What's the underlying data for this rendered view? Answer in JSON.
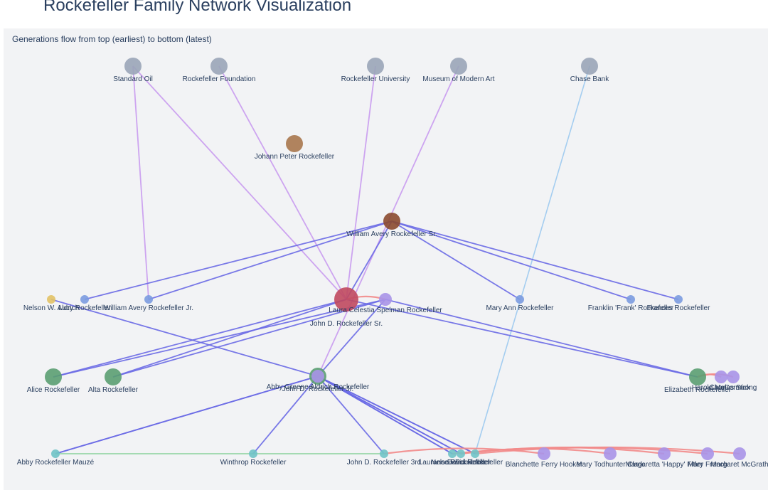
{
  "title": "Rockefeller Family Network Visualization",
  "subtitle": "Generations flow from top (earliest) to bottom (latest)",
  "colors": {
    "institution": "#9aa5b8",
    "ancestor": "#a8774e",
    "founder": "#8b4a2f",
    "patriarch": "#c0495f",
    "gen2": "#7b9be0",
    "gen2_purple": "#a993e8",
    "gen3": "#5b9e72",
    "gen4": "#6fc3c7",
    "gen4_purple": "#a993e8",
    "small_yellow": "#e2c266",
    "edge_institution": "#c99bf0",
    "edge_family": "#6a6ae6",
    "edge_spouse": "#f28b8b",
    "edge_sibling": "#8fd3a1",
    "edge_bank": "#9bc9ef"
  },
  "chart_data": {
    "type": "network",
    "title": "Rockefeller Family Network Visualization",
    "subtitle": "Generations flow from top (earliest) to bottom (latest)",
    "nodes": [
      {
        "id": "standard-oil",
        "label": "Standard Oil",
        "group": "institution",
        "size": "large"
      },
      {
        "id": "rockefeller-foundation",
        "label": "Rockefeller Foundation",
        "group": "institution",
        "size": "large"
      },
      {
        "id": "rockefeller-university",
        "label": "Rockefeller University",
        "group": "institution",
        "size": "large"
      },
      {
        "id": "museum-of-modern-art",
        "label": "Museum of Modern Art",
        "group": "institution",
        "size": "large"
      },
      {
        "id": "chase-bank",
        "label": "Chase Bank",
        "group": "institution",
        "size": "large"
      },
      {
        "id": "johann-peter-rockefeller",
        "label": "Johann Peter Rockefeller",
        "group": "ancestor",
        "size": "large"
      },
      {
        "id": "william-avery-rockefeller-sr",
        "label": "William Avery Rockefeller Sr.",
        "group": "founder",
        "size": "large"
      },
      {
        "id": "john-d-rockefeller-sr",
        "label": "John D. Rockefeller Sr.",
        "group": "patriarch",
        "size": "xlarge"
      },
      {
        "id": "laura-celestia-spelman-rockefeller",
        "label": "Laura Celestia Spelman Rockefeller",
        "group": "gen2_purple",
        "size": "medium"
      },
      {
        "id": "nelson-w-aldrich",
        "label": "Nelson W. Aldrich",
        "group": "small_yellow",
        "size": "small"
      },
      {
        "id": "lucy-rockefeller",
        "label": "Lucy Rockefeller",
        "group": "gen2",
        "size": "small"
      },
      {
        "id": "william-avery-rockefeller-jr",
        "label": "William Avery Rockefeller Jr.",
        "group": "gen2",
        "size": "small"
      },
      {
        "id": "mary-ann-rockefeller",
        "label": "Mary Ann Rockefeller",
        "group": "gen2",
        "size": "small"
      },
      {
        "id": "franklin-frank-rockefeller",
        "label": "Franklin 'Frank' Rockefeller",
        "group": "gen2",
        "size": "small"
      },
      {
        "id": "frances-rockefeller",
        "label": "Frances Rockefeller",
        "group": "gen2",
        "size": "small"
      },
      {
        "id": "alice-rockefeller",
        "label": "Alice Rockefeller",
        "group": "gen3",
        "size": "large"
      },
      {
        "id": "alta-rockefeller",
        "label": "Alta Rockefeller",
        "group": "gen3",
        "size": "large"
      },
      {
        "id": "john-d-rockefeller-jr",
        "label": "John D. Rockefeller Jr.",
        "group": "gen3",
        "size": "large"
      },
      {
        "id": "abby-greene-aldrich-rockefeller",
        "label": "Abby Greene Aldrich Rockefeller",
        "group": "gen4_purple",
        "size": "medium"
      },
      {
        "id": "elizabeth-rockefeller",
        "label": "Elizabeth Rockefeller",
        "group": "gen3",
        "size": "large"
      },
      {
        "id": "harold-mccormick",
        "label": "Harold McCormick",
        "group": "gen4_purple",
        "size": "medium"
      },
      {
        "id": "charles-strong",
        "label": "Charles Strong",
        "group": "gen4_purple",
        "size": "medium"
      },
      {
        "id": "abby-rockefeller-mauze",
        "label": "Abby Rockefeller Mauzé",
        "group": "gen4",
        "size": "small"
      },
      {
        "id": "winthrop-rockefeller",
        "label": "Winthrop Rockefeller",
        "group": "gen4",
        "size": "small"
      },
      {
        "id": "john-d-rockefeller-3rd",
        "label": "John D. Rockefeller 3rd",
        "group": "gen4",
        "size": "small"
      },
      {
        "id": "laurance-rockefeller",
        "label": "Laurance Rockefeller",
        "group": "gen4",
        "size": "small"
      },
      {
        "id": "nelson-rockefeller",
        "label": "Nelson Rockefeller",
        "group": "gen4",
        "size": "small"
      },
      {
        "id": "david-rockefeller",
        "label": "David Rockefeller",
        "group": "gen4",
        "size": "small"
      },
      {
        "id": "blanchette-ferry-hooker",
        "label": "Blanchette Ferry Hooker",
        "group": "gen4_purple",
        "size": "medium"
      },
      {
        "id": "mary-todhunter-clark",
        "label": "Mary Todhunter Clark",
        "group": "gen4_purple",
        "size": "medium"
      },
      {
        "id": "margaretta-happy-fitler",
        "label": "Margaretta 'Happy' Fitler",
        "group": "gen4_purple",
        "size": "medium"
      },
      {
        "id": "mary-french",
        "label": "Mary French",
        "group": "gen4_purple",
        "size": "medium"
      },
      {
        "id": "margaret-mcgrath",
        "label": "Margaret McGrath",
        "group": "gen4_purple",
        "size": "medium"
      }
    ],
    "edges": [
      {
        "source": "john-d-rockefeller-sr",
        "target": "standard-oil",
        "type": "institution"
      },
      {
        "source": "john-d-rockefeller-sr",
        "target": "rockefeller-foundation",
        "type": "institution"
      },
      {
        "source": "john-d-rockefeller-sr",
        "target": "rockefeller-university",
        "type": "institution"
      },
      {
        "source": "john-d-rockefeller-jr",
        "target": "museum-of-modern-art",
        "type": "institution"
      },
      {
        "source": "william-avery-rockefeller-jr",
        "target": "standard-oil",
        "type": "institution"
      },
      {
        "source": "david-rockefeller",
        "target": "chase-bank",
        "type": "bank"
      },
      {
        "source": "william-avery-rockefeller-sr",
        "target": "john-d-rockefeller-sr",
        "type": "family"
      },
      {
        "source": "william-avery-rockefeller-sr",
        "target": "lucy-rockefeller",
        "type": "family"
      },
      {
        "source": "william-avery-rockefeller-sr",
        "target": "william-avery-rockefeller-jr",
        "type": "family"
      },
      {
        "source": "william-avery-rockefeller-sr",
        "target": "mary-ann-rockefeller",
        "type": "family"
      },
      {
        "source": "william-avery-rockefeller-sr",
        "target": "franklin-frank-rockefeller",
        "type": "family"
      },
      {
        "source": "william-avery-rockefeller-sr",
        "target": "frances-rockefeller",
        "type": "family"
      },
      {
        "source": "john-d-rockefeller-sr",
        "target": "alice-rockefeller",
        "type": "family"
      },
      {
        "source": "john-d-rockefeller-sr",
        "target": "alta-rockefeller",
        "type": "family"
      },
      {
        "source": "laura-celestia-spelman-rockefeller",
        "target": "alice-rockefeller",
        "type": "family"
      },
      {
        "source": "laura-celestia-spelman-rockefeller",
        "target": "alta-rockefeller",
        "type": "family"
      },
      {
        "source": "john-d-rockefeller-sr",
        "target": "elizabeth-rockefeller",
        "type": "family"
      },
      {
        "source": "laura-celestia-spelman-rockefeller",
        "target": "elizabeth-rockefeller",
        "type": "family"
      },
      {
        "source": "laura-celestia-spelman-rockefeller",
        "target": "john-d-rockefeller-jr",
        "type": "family"
      },
      {
        "source": "nelson-w-aldrich",
        "target": "abby-greene-aldrich-rockefeller",
        "type": "family"
      },
      {
        "source": "john-d-rockefeller-jr",
        "target": "abby-rockefeller-mauze",
        "type": "family"
      },
      {
        "source": "john-d-rockefeller-jr",
        "target": "winthrop-rockefeller",
        "type": "family"
      },
      {
        "source": "john-d-rockefeller-jr",
        "target": "john-d-rockefeller-3rd",
        "type": "family"
      },
      {
        "source": "john-d-rockefeller-jr",
        "target": "laurance-rockefeller",
        "type": "family"
      },
      {
        "source": "john-d-rockefeller-jr",
        "target": "nelson-rockefeller",
        "type": "family"
      },
      {
        "source": "john-d-rockefeller-jr",
        "target": "david-rockefeller",
        "type": "family"
      },
      {
        "source": "abby-greene-aldrich-rockefeller",
        "target": "laurance-rockefeller",
        "type": "family"
      },
      {
        "source": "abby-greene-aldrich-rockefeller",
        "target": "nelson-rockefeller",
        "type": "family"
      },
      {
        "source": "abby-greene-aldrich-rockefeller",
        "target": "david-rockefeller",
        "type": "family"
      },
      {
        "source": "abby-greene-aldrich-rockefeller",
        "target": "abby-rockefeller-mauze",
        "type": "family"
      },
      {
        "source": "john-d-rockefeller-sr",
        "target": "laura-celestia-spelman-rockefeller",
        "type": "spouse"
      },
      {
        "source": "john-d-rockefeller-jr",
        "target": "abby-greene-aldrich-rockefeller",
        "type": "spouse"
      },
      {
        "source": "elizabeth-rockefeller",
        "target": "harold-mccormick",
        "type": "spouse"
      },
      {
        "source": "elizabeth-rockefeller",
        "target": "charles-strong",
        "type": "spouse"
      },
      {
        "source": "john-d-rockefeller-3rd",
        "target": "blanchette-ferry-hooker",
        "type": "spouse"
      },
      {
        "source": "nelson-rockefeller",
        "target": "mary-todhunter-clark",
        "type": "spouse"
      },
      {
        "source": "nelson-rockefeller",
        "target": "margaretta-happy-fitler",
        "type": "spouse"
      },
      {
        "source": "laurance-rockefeller",
        "target": "mary-french",
        "type": "spouse"
      },
      {
        "source": "david-rockefeller",
        "target": "margaret-mcgrath",
        "type": "spouse"
      },
      {
        "source": "abby-rockefeller-mauze",
        "target": "winthrop-rockefeller",
        "type": "sibling"
      },
      {
        "source": "winthrop-rockefeller",
        "target": "john-d-rockefeller-3rd",
        "type": "sibling"
      }
    ]
  }
}
